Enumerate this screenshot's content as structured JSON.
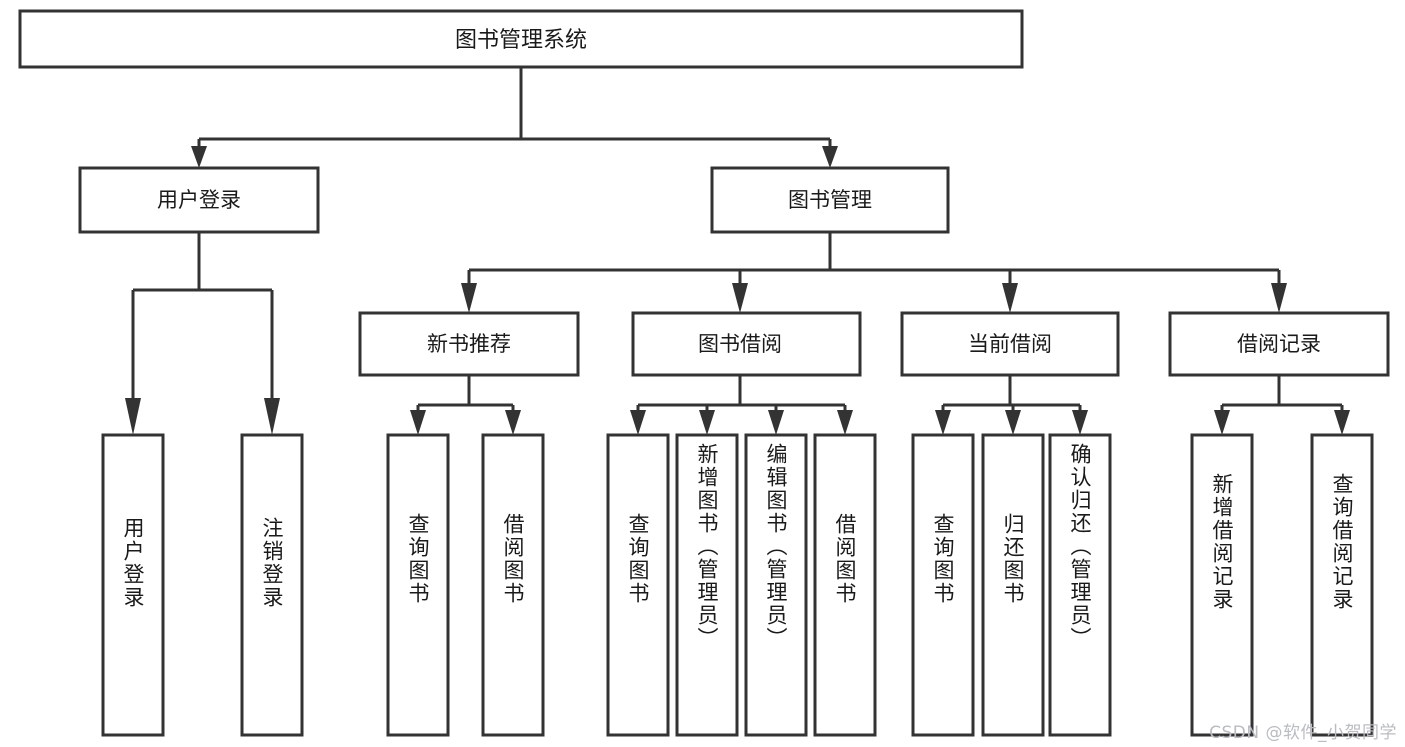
{
  "diagram": {
    "title": "图书管理系统",
    "type": "tree",
    "root": {
      "id": "root",
      "label": "图书管理系统"
    },
    "level2": [
      {
        "id": "user-login",
        "label": "用户登录"
      },
      {
        "id": "book-manage",
        "label": "图书管理"
      }
    ],
    "level3": [
      {
        "id": "new-book-recommend",
        "label": "新书推荐",
        "parent": "book-manage"
      },
      {
        "id": "book-borrow",
        "label": "图书借阅",
        "parent": "book-manage"
      },
      {
        "id": "current-borrow",
        "label": "当前借阅",
        "parent": "book-manage"
      },
      {
        "id": "borrow-record",
        "label": "借阅记录",
        "parent": "book-manage"
      }
    ],
    "leaves": [
      {
        "id": "leaf-user-login",
        "label": "用户登录",
        "parent": "user-login"
      },
      {
        "id": "leaf-user-logout",
        "label": "注销登录",
        "parent": "user-login"
      },
      {
        "id": "leaf-query-book-1",
        "label": "查询图书",
        "parent": "new-book-recommend"
      },
      {
        "id": "leaf-borrow-book-1",
        "label": "借阅图书",
        "parent": "new-book-recommend"
      },
      {
        "id": "leaf-query-book-2",
        "label": "查询图书",
        "parent": "book-borrow"
      },
      {
        "id": "leaf-add-book",
        "label": "新增图书（管理员）",
        "parent": "book-borrow"
      },
      {
        "id": "leaf-edit-book",
        "label": "编辑图书（管理员）",
        "parent": "book-borrow"
      },
      {
        "id": "leaf-borrow-book-2",
        "label": "借阅图书",
        "parent": "book-borrow"
      },
      {
        "id": "leaf-query-book-3",
        "label": "查询图书",
        "parent": "current-borrow"
      },
      {
        "id": "leaf-return-book",
        "label": "归还图书",
        "parent": "current-borrow"
      },
      {
        "id": "leaf-confirm-return",
        "label": "确认归还（管理员）",
        "parent": "current-borrow"
      },
      {
        "id": "leaf-add-record",
        "label": "新增借阅记录",
        "parent": "borrow-record"
      },
      {
        "id": "leaf-query-record",
        "label": "查询借阅记录",
        "parent": "borrow-record"
      }
    ],
    "colors": {
      "box_stroke": "#333333",
      "box_fill": "#ffffff",
      "text": "#1a1a1a",
      "background": "#ffffff",
      "watermark": "#b9bcc2"
    }
  },
  "watermark": {
    "text": "CSDN @软件_小贺同学"
  }
}
